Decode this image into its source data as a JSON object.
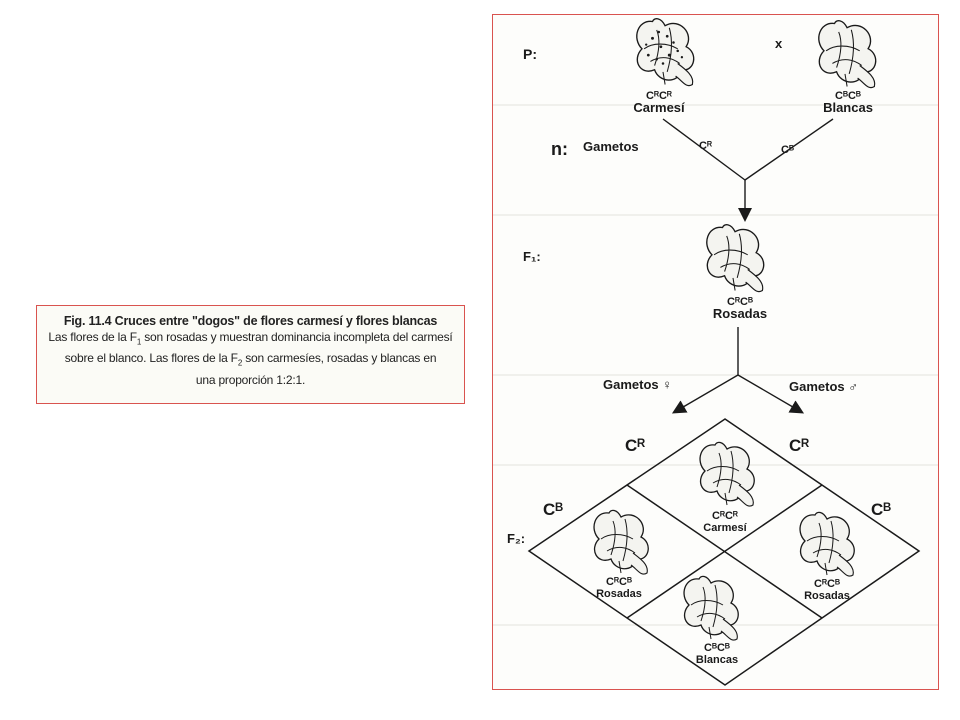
{
  "caption": {
    "title": "Fig. 11.4 Cruces entre \"dogos\" de flores carmesí y flores blancas",
    "line1": "Las flores de la F",
    "line1_sub": "1",
    "line1_rest": " son rosadas y muestran dominancia incompleta del carmesí",
    "line2": "sobre el blanco. Las flores de la F",
    "line2_sub": "2",
    "line2_rest": " son carmesíes, rosadas y blancas en",
    "line3": "una proporción 1:2:1."
  },
  "diagram": {
    "p_label": "P:",
    "cross_symbol": "x",
    "parent_red_genotype": "CᴿCᴿ",
    "parent_red_name": "Carmesí",
    "parent_white_genotype": "CᴮCᴮ",
    "parent_white_name": "Blancas",
    "n_label": "n:",
    "gametes_label": "Gametos",
    "gamete_red": "Cᴿ",
    "gamete_white": "Cᴮ",
    "f1_label": "F₁:",
    "f1_genotype": "CᴿCᴮ",
    "f1_name": "Rosadas",
    "gametes_female": "Gametos ♀",
    "gametes_male": "Gametos ♂",
    "f2_label": "F₂:",
    "grid_top_left": "Cᴿ",
    "grid_top_right": "Cᴿ",
    "grid_left": "Cᴮ",
    "grid_right": "Cᴮ",
    "cell_top_genotype": "CᴿCᴿ",
    "cell_top_name": "Carmesí",
    "cell_left_genotype": "CᴿCᴮ",
    "cell_left_name": "Rosadas",
    "cell_right_genotype": "CᴿCᴮ",
    "cell_right_name": "Rosadas",
    "cell_bottom_genotype": "CᴮCᴮ",
    "cell_bottom_name": "Blancas"
  }
}
